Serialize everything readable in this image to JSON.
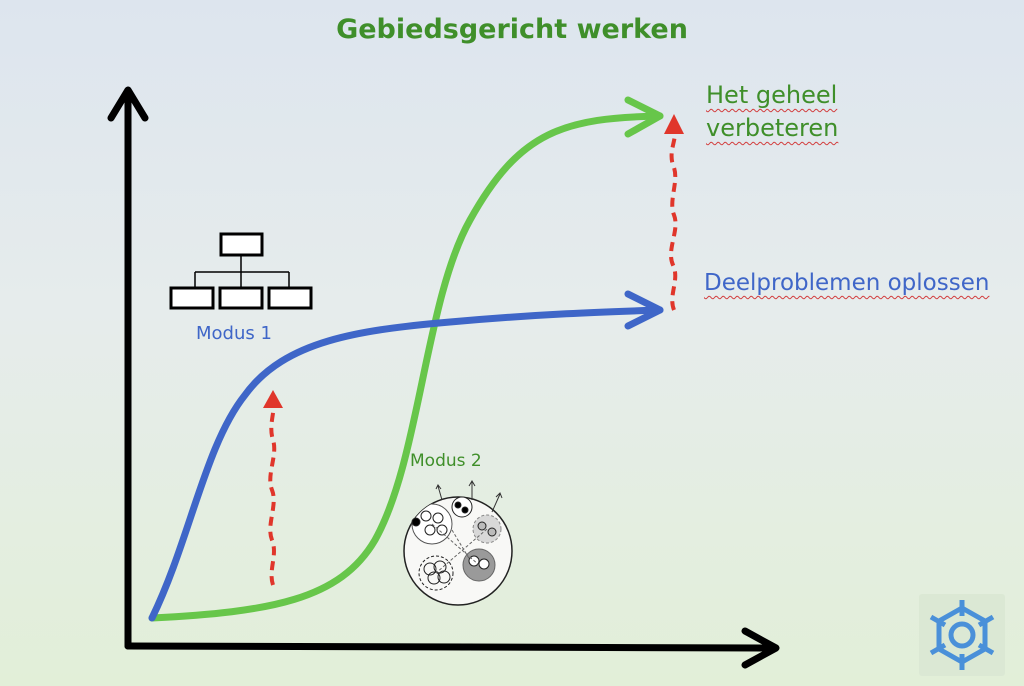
{
  "title": "Gebiedsgericht werken",
  "labels": {
    "whole_line1": "Het geheel",
    "whole_line2": "verbeteren",
    "parts": "Deelproblemen oplossen",
    "mode1": "Modus 1",
    "mode2": "Modus 2"
  },
  "colors": {
    "title": "#3f8f2a",
    "green_curve": "#67c64a",
    "blue_curve": "#3f66c8",
    "red_arrow": "#e0362b",
    "axis": "#000000",
    "logo": "#4a90d9"
  },
  "icons": {
    "mode1": "org-chart-icon",
    "mode2": "network-cluster-icon",
    "logo": "snowflake-logo-icon"
  }
}
